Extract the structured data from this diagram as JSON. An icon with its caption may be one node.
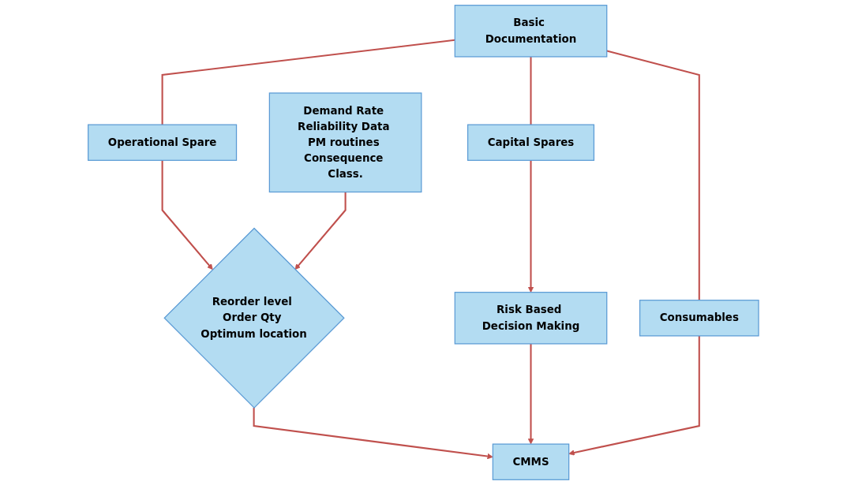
{
  "diagram": {
    "nodes": [
      {
        "text": [
          "Basic Documentation"
        ]
      },
      {
        "text": [
          "Capital Spares"
        ]
      },
      {
        "text": [
          "Operational Spare"
        ]
      },
      {
        "text": [
          "Consumables"
        ]
      },
      {
        "text": [
          "Demand Rate Reliability Data PM routines Consequence Class."
        ]
      },
      {
        "text": [
          "Reorder level Order Qty Optimum location"
        ]
      },
      {
        "text": [
          "Risk Based Decision Making"
        ]
      },
      {
        "text": [
          "CMMS"
        ]
      }
    ],
    "edges": [
      {
        "from": 0,
        "to": 1,
        "arrow": "none"
      },
      {
        "from": 0,
        "to": 2,
        "arrow": "none"
      },
      {
        "from": 0,
        "to": 3,
        "arrow": "none"
      },
      {
        "from": 2,
        "to": 5,
        "arrow": "to"
      },
      {
        "from": 4,
        "to": 5,
        "arrow": "to"
      },
      {
        "from": 1,
        "to": 6,
        "arrow": "to"
      },
      {
        "from": 5,
        "to": 7,
        "arrow": "to"
      },
      {
        "from": 6,
        "to": 7,
        "arrow": "to"
      },
      {
        "from": 3,
        "to": 7,
        "arrow": "to"
      }
    ]
  }
}
